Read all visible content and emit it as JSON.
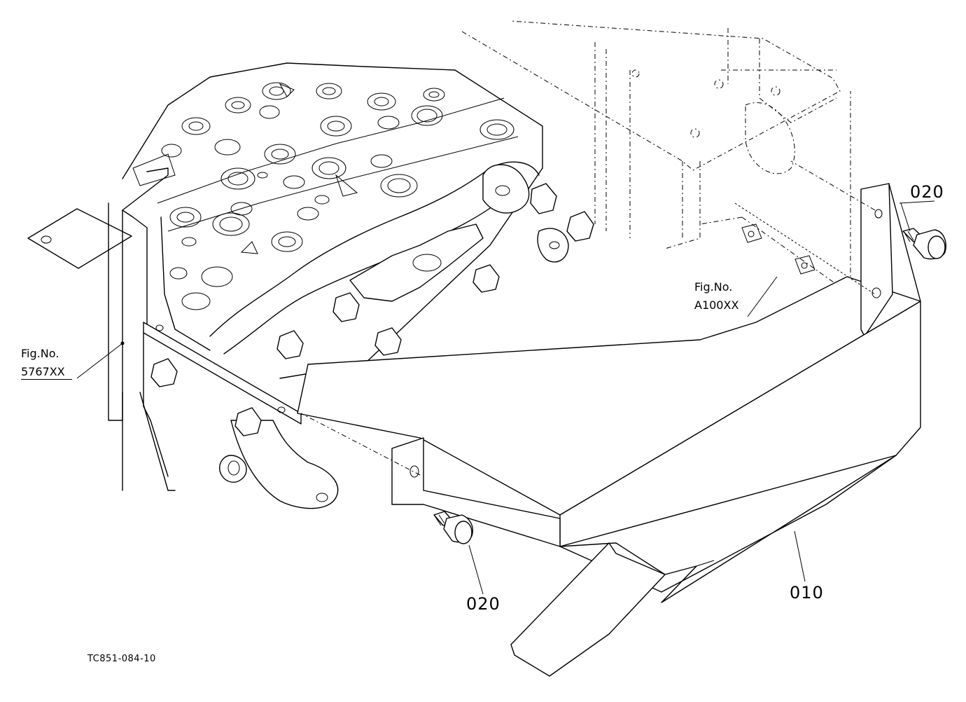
{
  "callouts": {
    "fig_left": {
      "line1": "Fig.No.",
      "line2": "5767XX"
    },
    "fig_right": {
      "line1": "Fig.No.",
      "line2": "A100XX"
    },
    "part_010": "010",
    "part_020_top": "020",
    "part_020_bottom": "020"
  },
  "drawing_code": "TC851-084-10"
}
